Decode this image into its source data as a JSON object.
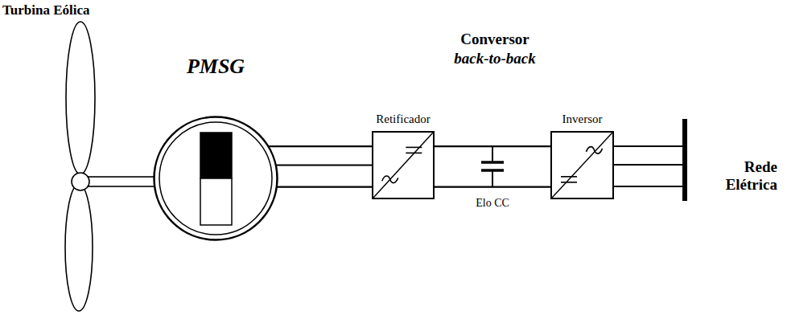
{
  "diagram": {
    "nodes": [
      {
        "text": [
          "PMSG"
        ]
      },
      {
        "text": [
          "Retificador"
        ]
      },
      {
        "text": [
          "Inversor"
        ]
      }
    ],
    "edges": [
      {
        "from": 0,
        "to": 1,
        "arrow": "none"
      },
      {
        "from": 1,
        "to": 2,
        "arrow": "none"
      }
    ],
    "labels": [
      "Turbina Eólica",
      "Conversor",
      "back-to-back",
      "Elo CC",
      "Rede Elétrica"
    ]
  }
}
